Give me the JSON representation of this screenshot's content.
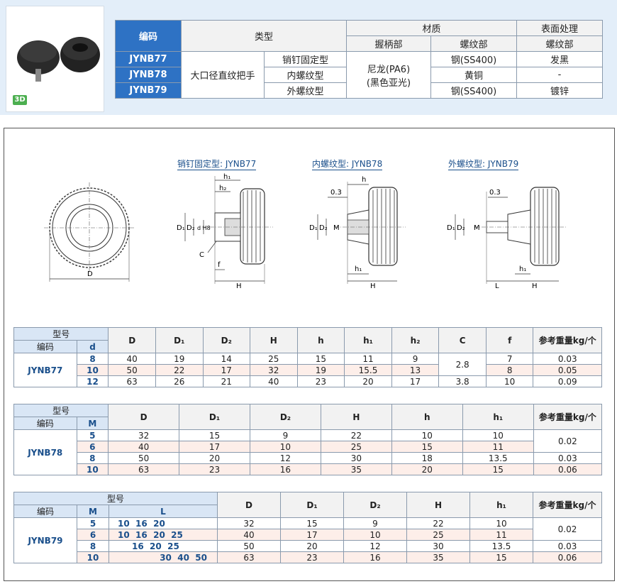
{
  "top": {
    "badge": "3D",
    "headers": {
      "code": "编码",
      "type": "类型",
      "material": "材质",
      "surface": "表面处理",
      "grip": "握柄部",
      "thread": "螺纹部",
      "surface_thread": "螺纹部"
    },
    "type_group": "大口径直纹把手",
    "grip_material": "尼龙(PA6)",
    "grip_material2": "(黑色亚光)",
    "rows": [
      {
        "code": "JYNB77",
        "type": "销钉固定型",
        "thread": "钢(SS400)",
        "surface": "发黑"
      },
      {
        "code": "JYNB78",
        "type": "内螺纹型",
        "thread": "黄铜",
        "surface": "-"
      },
      {
        "code": "JYNB79",
        "type": "外螺纹型",
        "thread": "钢(SS400)",
        "surface": "镀锌"
      }
    ]
  },
  "drawings": {
    "t77": "销钉固定型: JYNB77",
    "t78": "内螺纹型: JYNB78",
    "t79": "外螺纹型: JYNB79",
    "labels": {
      "D": "D",
      "D1": "D₁",
      "D2": "D₂",
      "d": "d H8",
      "H": "H",
      "h": "h",
      "h1": "h₁",
      "h2": "h₂",
      "C": "C",
      "f": "f",
      "M": "M",
      "L": "L",
      "dim03": "0.3"
    }
  },
  "t77": {
    "model": "型号",
    "code_h": "编码",
    "size_h": "d",
    "cols": [
      "D",
      "D₁",
      "D₂",
      "H",
      "h",
      "h₁",
      "h₂",
      "C",
      "f",
      "参考重量kg/个"
    ],
    "code": "JYNB77",
    "rows": [
      {
        "size": "8",
        "D": "40",
        "D1": "19",
        "D2": "14",
        "H": "25",
        "h": "15",
        "h1": "11",
        "h2": "9",
        "f": "7",
        "wt": "0.03"
      },
      {
        "size": "10",
        "D": "50",
        "D1": "22",
        "D2": "17",
        "H": "32",
        "h": "19",
        "h1": "15.5",
        "h2": "13",
        "f": "8",
        "wt": "0.05"
      },
      {
        "size": "12",
        "D": "63",
        "D1": "26",
        "D2": "21",
        "H": "40",
        "h": "23",
        "h1": "20",
        "h2": "17",
        "f": "10",
        "wt": "0.09"
      }
    ],
    "C_a": "2.8",
    "C_b": "3.8"
  },
  "t78": {
    "model": "型号",
    "code_h": "编码",
    "size_h": "M",
    "cols": [
      "D",
      "D₁",
      "D₂",
      "H",
      "h",
      "h₁",
      "参考重量kg/个"
    ],
    "code": "JYNB78",
    "rows": [
      {
        "size": "5",
        "D": "32",
        "D1": "15",
        "D2": "9",
        "H": "22",
        "h": "10",
        "h1": "10"
      },
      {
        "size": "6",
        "D": "40",
        "D1": "17",
        "D2": "10",
        "H": "25",
        "h": "15",
        "h1": "11"
      },
      {
        "size": "8",
        "D": "50",
        "D1": "20",
        "D2": "12",
        "H": "30",
        "h": "18",
        "h1": "13.5"
      },
      {
        "size": "10",
        "D": "63",
        "D1": "23",
        "D2": "16",
        "H": "35",
        "h": "20",
        "h1": "15"
      }
    ],
    "wt_a": "0.02",
    "wt_b": "0.03",
    "wt_c": "0.06"
  },
  "t79": {
    "model": "型号",
    "code_h": "编码",
    "size_h": "M",
    "len_h": "L",
    "cols": [
      "D",
      "D₁",
      "D₂",
      "H",
      "h₁",
      "参考重量kg/个"
    ],
    "code": "JYNB79",
    "rows": [
      {
        "size": "5",
        "L": "10  16  20",
        "D": "32",
        "D1": "15",
        "D2": "9",
        "H": "22",
        "h1": "10"
      },
      {
        "size": "6",
        "L": "10  16  20  25",
        "D": "40",
        "D1": "17",
        "D2": "10",
        "H": "25",
        "h1": "11"
      },
      {
        "size": "8",
        "L": "16  20  25",
        "D": "50",
        "D1": "20",
        "D2": "12",
        "H": "30",
        "h1": "13.5"
      },
      {
        "size": "10",
        "L": "30  40  50",
        "D": "63",
        "D1": "23",
        "D2": "16",
        "H": "35",
        "h1": "15"
      }
    ],
    "wt_a": "0.02",
    "wt_b": "0.03",
    "wt_c": "0.06"
  }
}
